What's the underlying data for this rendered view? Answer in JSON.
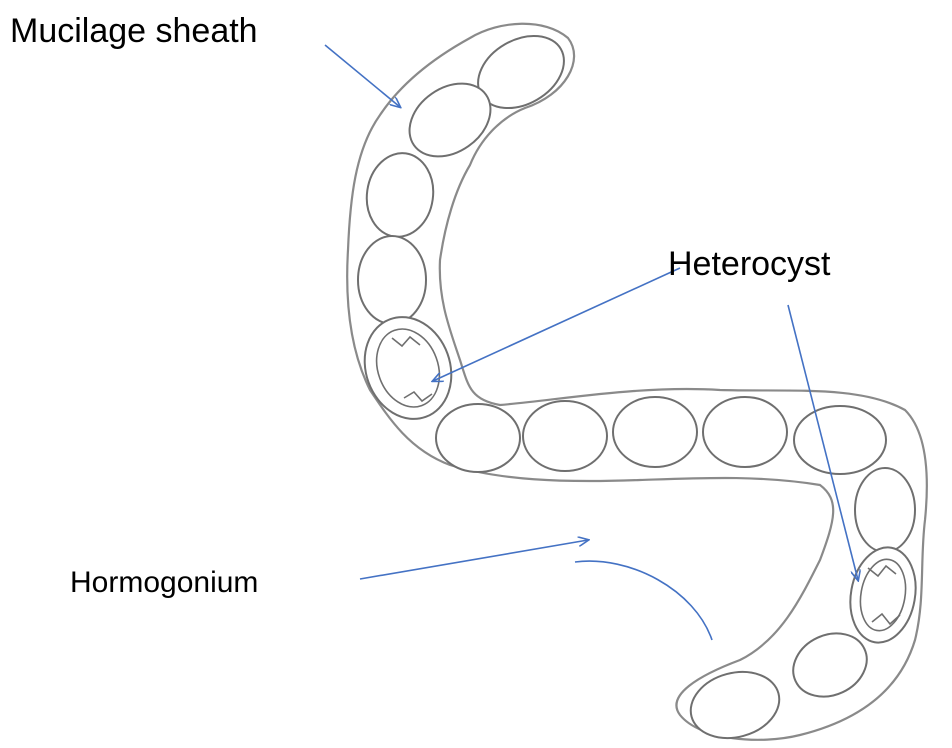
{
  "labels": {
    "mucilage_sheath": "Mucilage sheath",
    "heterocyst": "Heterocyst",
    "hormogonium": "Hormogonium"
  },
  "colors": {
    "arrow": "#4472c4",
    "outline": "#7a7a7a",
    "background": "#ffffff"
  }
}
